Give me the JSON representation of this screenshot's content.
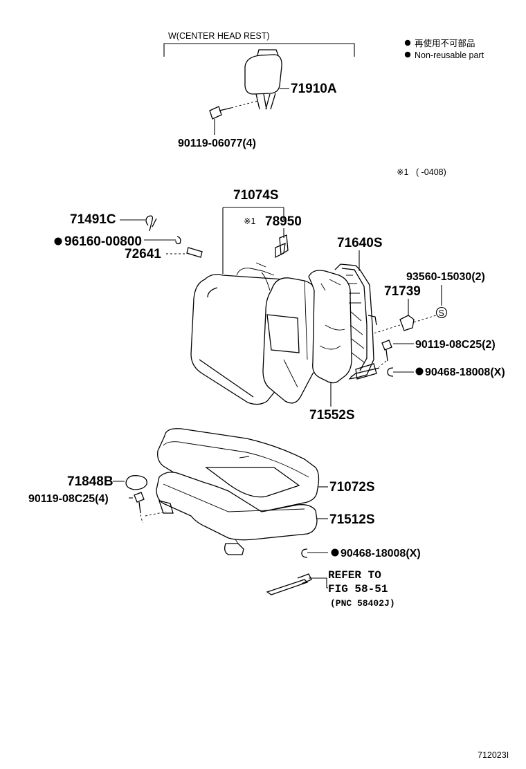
{
  "header": {
    "variant_label": "W(CENTER HEAD REST)",
    "legend_jp": "再使用不可部品",
    "legend_en": "Non-reusable part",
    "footnote_mark": "※1",
    "footnote_range": "(      -0408)"
  },
  "parts": {
    "p71910A": "71910A",
    "p90119_06077": "90119-06077(4)",
    "p71074S": "71074S",
    "p78950_mark": "※1",
    "p78950": "78950",
    "p71491C": "71491C",
    "p96160": "96160-00800",
    "p72641": "72641",
    "p71640S": "71640S",
    "p93560": "93560-15030(2)",
    "p71739": "71739",
    "p90119_08C25_2": "90119-08C25(2)",
    "p90468_top": "90468-18008(X)",
    "p71552S": "71552S",
    "p71848B": "71848B",
    "p90119_08C25_4": "90119-08C25(4)",
    "p71072S": "71072S",
    "p71512S": "71512S",
    "p90468_bottom": "90468-18008(X)"
  },
  "reference": {
    "line1": "REFER TO",
    "line2": "FIG 58-51",
    "line3": "(PNC 58402J)"
  },
  "footer": {
    "diagram_id": "712023I"
  },
  "icons": {
    "non_reusable": "filled-circle-icon",
    "washer_mark": "circled-s-icon"
  }
}
